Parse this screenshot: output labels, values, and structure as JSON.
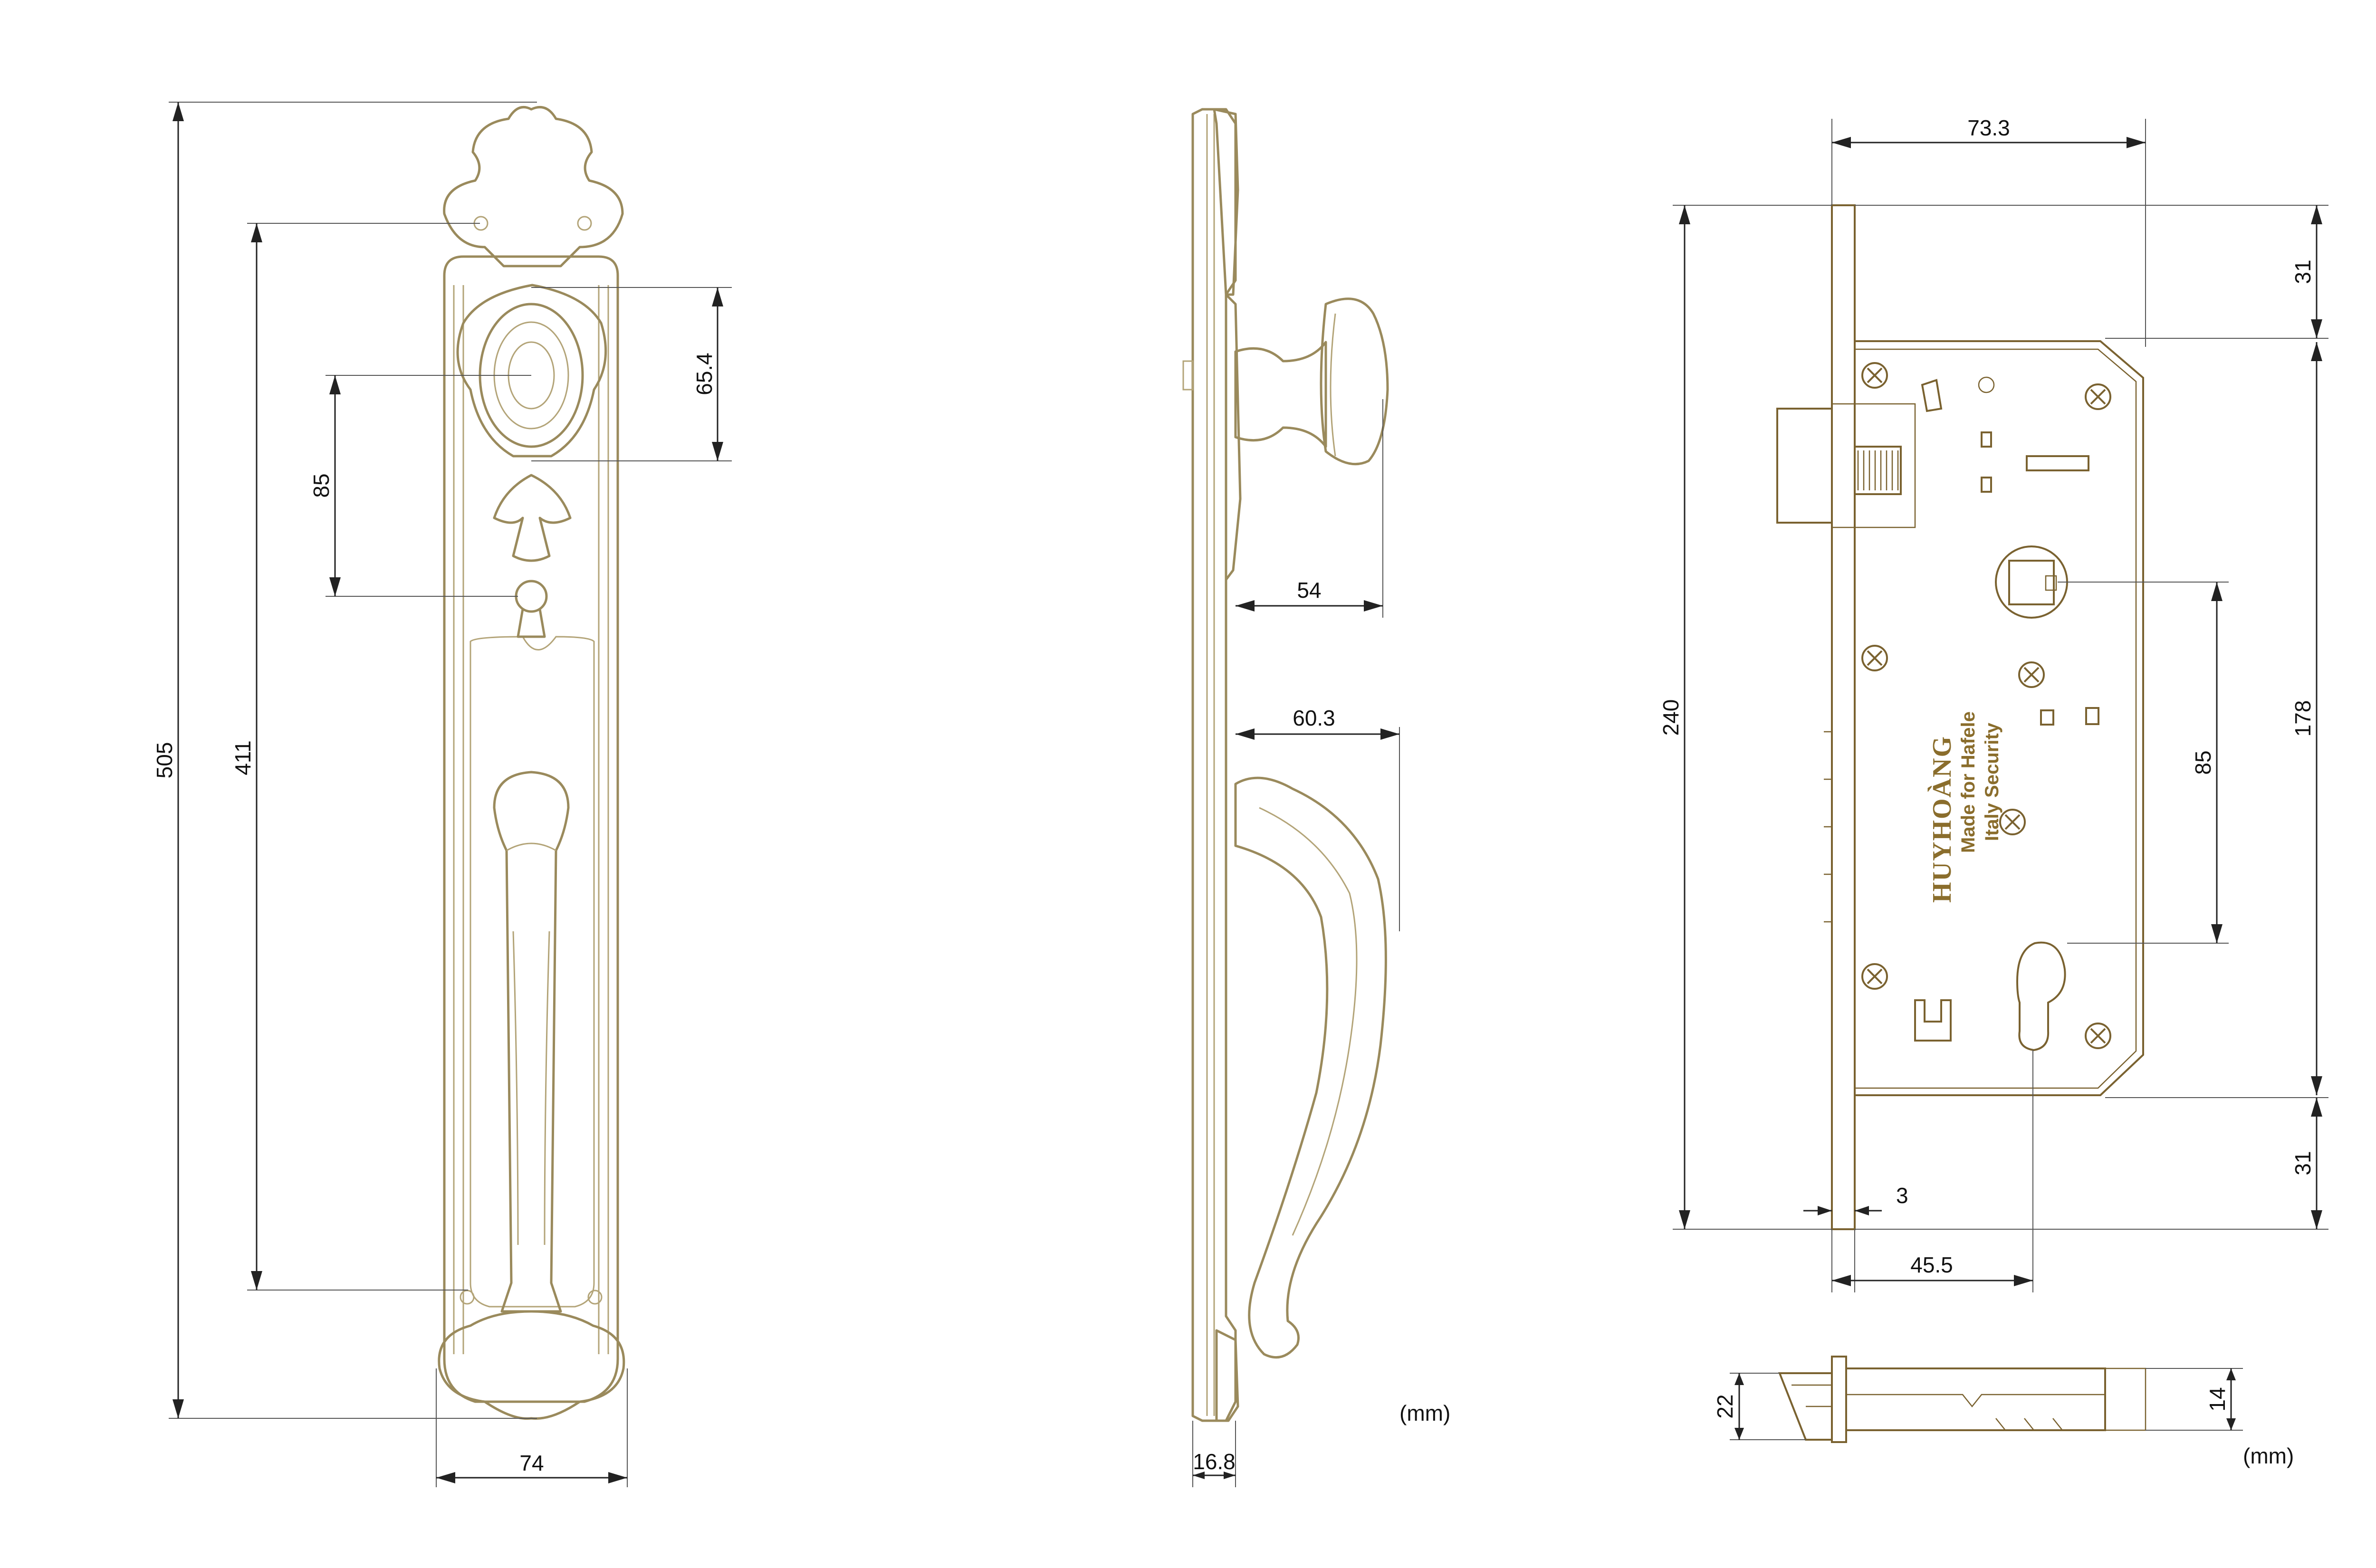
{
  "front_view": {
    "dim_overall_height": "505",
    "dim_fixing_centers": "411",
    "dim_knob_to_keyhole": "85",
    "dim_knob_height": "65.4",
    "dim_plate_width": "74"
  },
  "side_view": {
    "dim_knob_projection": "54",
    "dim_handle_projection": "60.3",
    "dim_plate_thickness": "16.8",
    "unit": "(mm)"
  },
  "lock_body": {
    "brand": "HUYHOÀNG",
    "tagline_1": "Made for Hafele",
    "tagline_2": "Italy Security",
    "dim_backset": "73.3",
    "dim_top_offset": "31",
    "dim_bottom_offset": "31",
    "dim_faceplate_height": "240",
    "dim_case_height": "178",
    "dim_center_distance": "85",
    "dim_faceplate_thickness": "3",
    "dim_cylinder_backset": "45.5"
  },
  "latch_view": {
    "dim_latch_height": "22",
    "dim_bolt_height": "14",
    "unit": "(mm)"
  },
  "colors": {
    "ornament_ink": "#9a8a5c",
    "lock_ink": "#7a6230",
    "dimension_ink": "#222222",
    "background": "#ffffff"
  }
}
